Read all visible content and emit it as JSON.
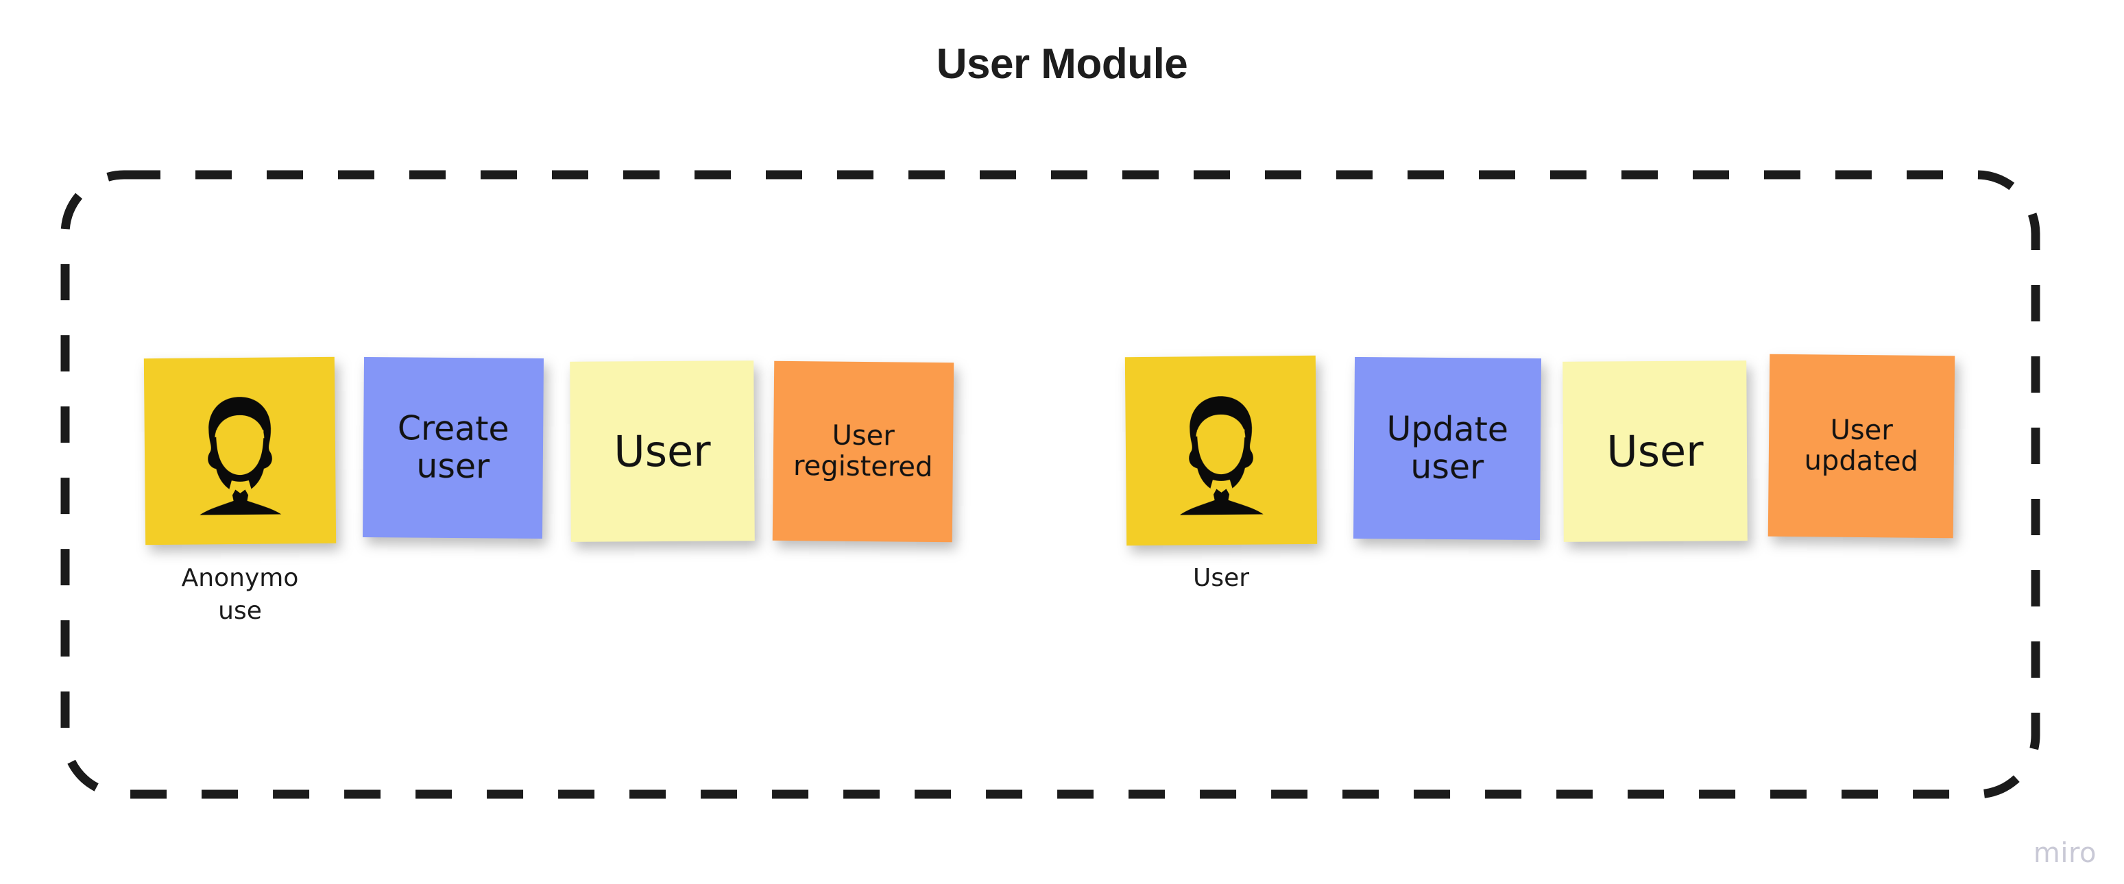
{
  "board": {
    "title": "User Module",
    "watermark": "miro",
    "frame": {
      "style": "dashed-rounded-rectangle",
      "stroke_color": "#1b1b1b",
      "stroke_width": 13,
      "dash": 53,
      "gap": 51,
      "corner_radius": 86
    }
  },
  "palette": {
    "actor": "#F3CE27",
    "command": "#8496F7",
    "aggregate": "#FAF6AE",
    "event": "#FB9C4C",
    "text": "#121212",
    "title": "#1d1d1d",
    "watermark": "#c9c9d6"
  },
  "flows": [
    {
      "name": "registration-flow",
      "actor": {
        "icon": "user-avatar-icon",
        "caption": "Anonymo\nuse",
        "color": "#F3CE27"
      },
      "command": {
        "label": "Create\nuser",
        "color": "#8496F7"
      },
      "aggregate": {
        "label": "User",
        "color": "#FAF6AE"
      },
      "event": {
        "label": "User\nregistered",
        "color": "#FB9C4C"
      }
    },
    {
      "name": "update-flow",
      "actor": {
        "icon": "user-avatar-icon",
        "caption": "User",
        "color": "#F3CE27"
      },
      "command": {
        "label": "Update\nuser",
        "color": "#8496F7"
      },
      "aggregate": {
        "label": "User",
        "color": "#FAF6AE"
      },
      "event": {
        "label": "User\nupdated",
        "color": "#FB9C4C"
      }
    }
  ]
}
